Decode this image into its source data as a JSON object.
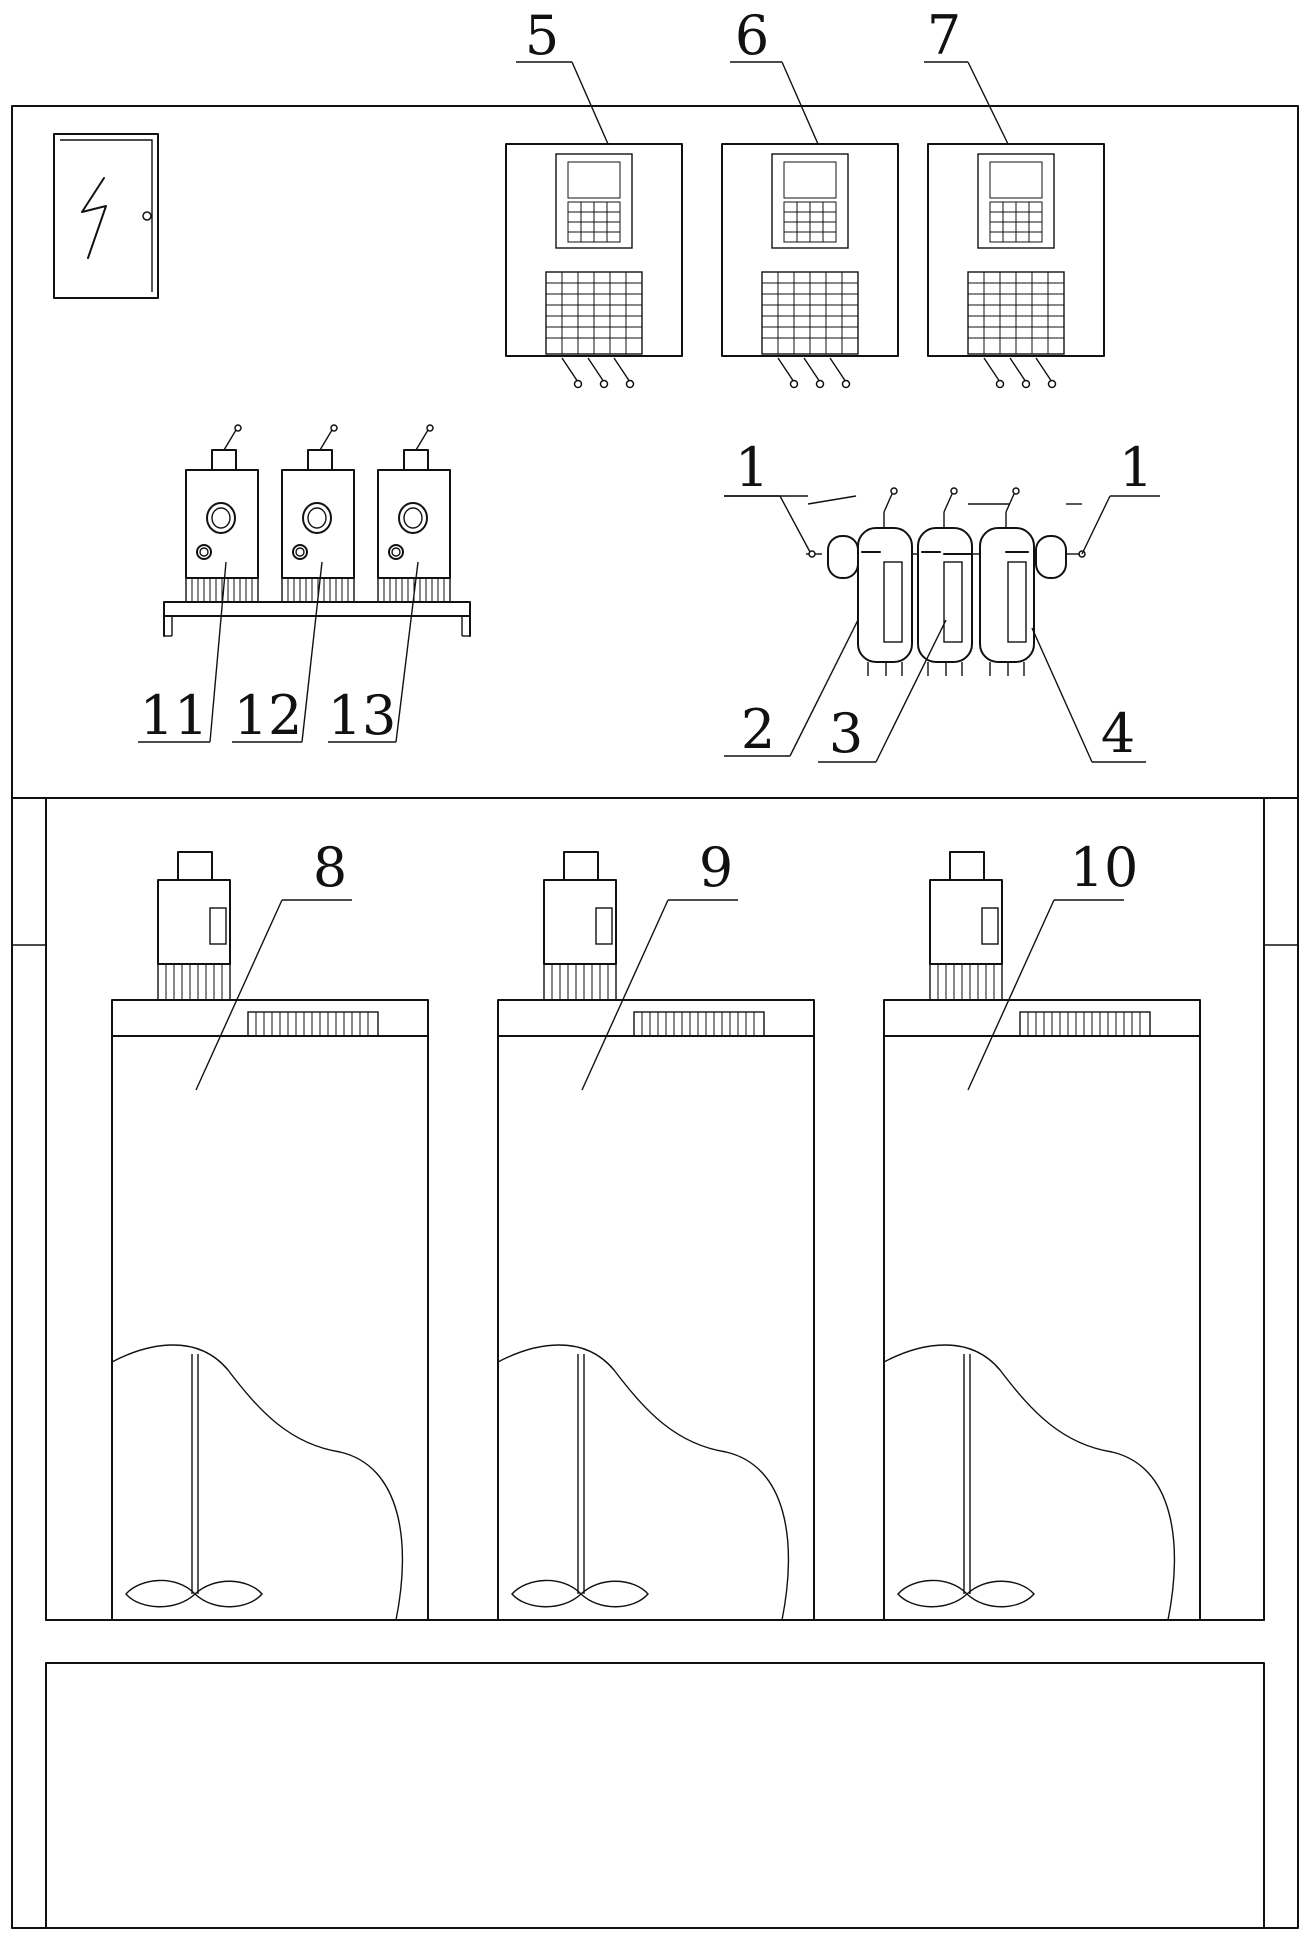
{
  "labels": {
    "n1_left": "1",
    "n1_right": "1",
    "n2": "2",
    "n3": "3",
    "n4": "4",
    "n5": "5",
    "n6": "6",
    "n7": "7",
    "n8": "8",
    "n9": "9",
    "n10": "10",
    "n11": "11",
    "n12": "12",
    "n13": "13"
  },
  "icons": {
    "power_cabinet": "lightning-bolt-icon"
  }
}
